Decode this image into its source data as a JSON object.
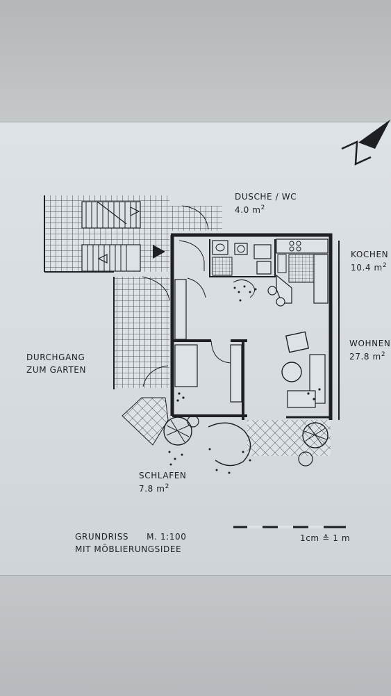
{
  "rooms": {
    "dusche": {
      "name": "DUSCHE / WC",
      "area": "4.0 m",
      "unit_exp": "2"
    },
    "kochen": {
      "name": "KOCHEN",
      "area": "10.4 m",
      "unit_exp": "2"
    },
    "wohnen": {
      "name": "WOHNEN",
      "area": "27.8 m",
      "unit_exp": "2"
    },
    "schlafen": {
      "name": "SCHLAFEN",
      "area": "7.8 m",
      "unit_exp": "2"
    }
  },
  "passage": {
    "line1": "DURCHGANG",
    "line2": "ZUM GARTEN"
  },
  "caption": {
    "line1": "GRUNDRISS",
    "scale": "M. 1:100",
    "line2": "MIT MÖBLIERUNGSIDEE"
  },
  "scale_bar": {
    "label": "1cm ≙ 1 m"
  },
  "north_arrow": {
    "letter": "N"
  },
  "colors": {
    "ink": "#1d1f22",
    "paper": "#dde2e6"
  }
}
